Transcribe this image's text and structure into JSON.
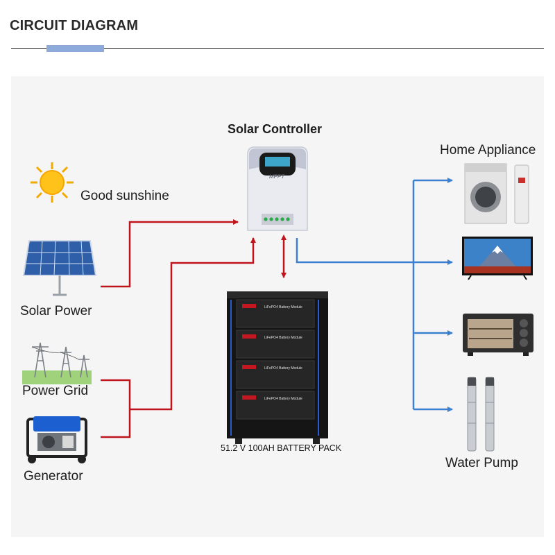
{
  "header": {
    "title": "CIRCUIT DIAGRAM"
  },
  "diagram": {
    "controller_label": "Solar Controller",
    "controller_brand": "MPPT",
    "sunshine_label": "Good sunshine",
    "solar_label": "Solar Power",
    "grid_label": "Power Grid",
    "generator_label": "Generator",
    "battery_label": "51.2 V 100AH BATTERY PACK",
    "battery_module_text": "LiFePO4 Battery Module",
    "home_label": "Home Appliance",
    "pump_label": "Water Pump",
    "colors": {
      "input_wire": "#c0141c",
      "output_wire": "#3a7fd0",
      "accent": "#8eaadb"
    }
  }
}
